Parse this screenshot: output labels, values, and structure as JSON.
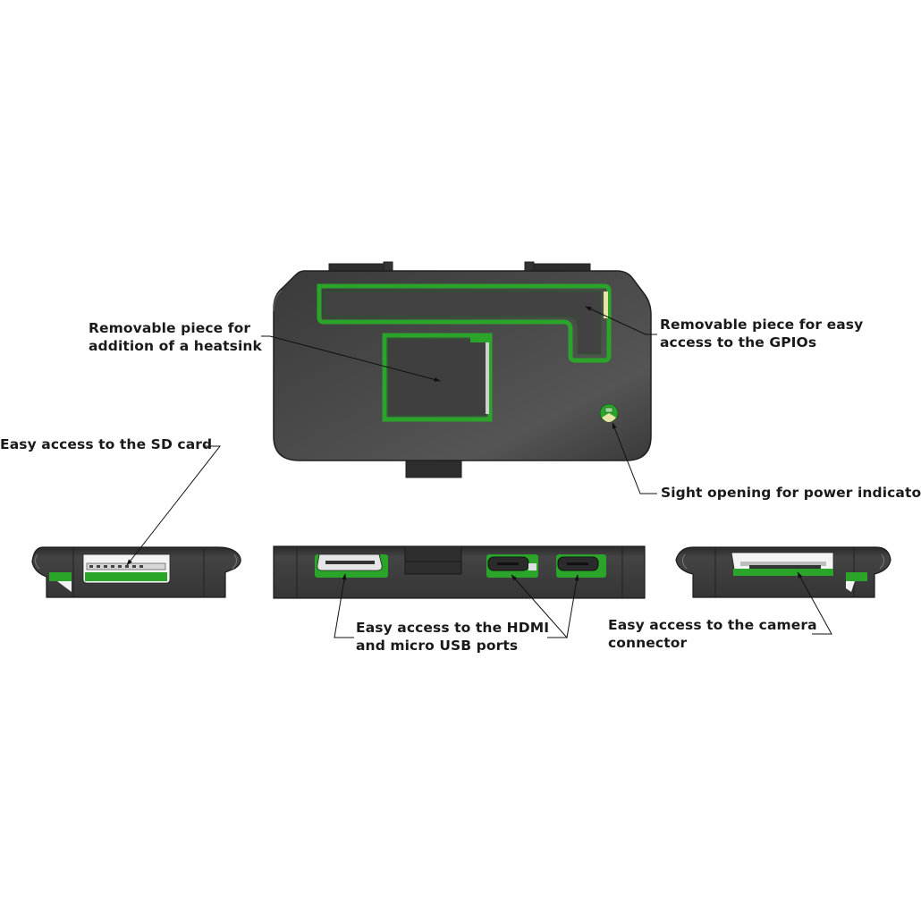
{
  "diagram": {
    "subject": "Black case for a single-board computer (top view and three side views)",
    "colors": {
      "case_body": "#3b3b3b",
      "case_highlight": "#5a5a5a",
      "gasket_green": "#2aa52a",
      "leader_line": "#111111",
      "background": "#ffffff",
      "label_text": "#1a1a1a"
    },
    "views": [
      {
        "id": "top-view",
        "description": "Top of case with removable heatsink and GPIO pieces, power indicator window"
      },
      {
        "id": "left-side-view",
        "description": "SD card slot side"
      },
      {
        "id": "front-side-view",
        "description": "HDMI and two micro USB ports"
      },
      {
        "id": "right-side-view",
        "description": "Camera connector side"
      }
    ],
    "callouts": [
      {
        "id": "heatsink",
        "lines": [
          "Removable piece for",
          "addition of a heatsink"
        ]
      },
      {
        "id": "gpio",
        "lines": [
          "Removable piece for easy",
          "access to the GPIOs"
        ]
      },
      {
        "id": "sd-card",
        "lines": [
          "Easy access to the SD card"
        ]
      },
      {
        "id": "power-indicator",
        "lines": [
          "Sight opening for power indicator"
        ]
      },
      {
        "id": "hdmi-usb",
        "lines": [
          "Easy access to the HDMI",
          "and micro USB ports"
        ]
      },
      {
        "id": "camera",
        "lines": [
          "Easy access to the camera",
          "connector"
        ]
      }
    ]
  }
}
